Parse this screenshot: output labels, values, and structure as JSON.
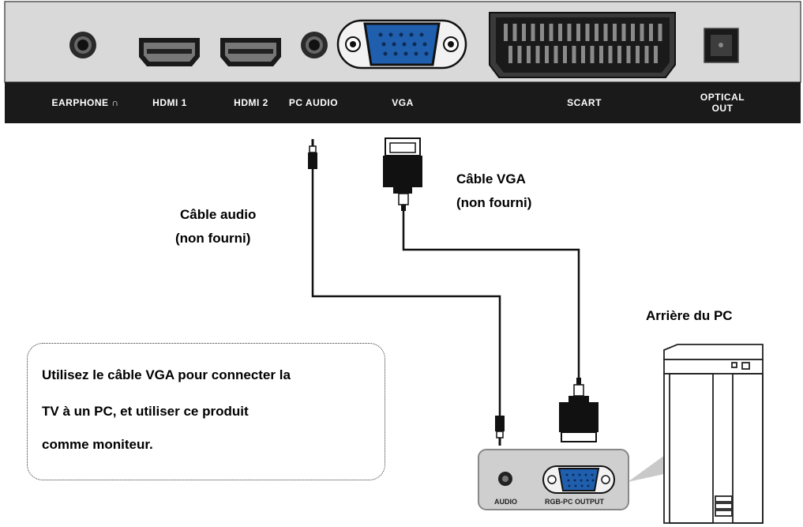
{
  "tv_panel": {
    "ports": [
      {
        "id": "earphone",
        "label": "EARPHONE ∩"
      },
      {
        "id": "hdmi1",
        "label": "HDMI 1"
      },
      {
        "id": "hdmi2",
        "label": "HDMI 2"
      },
      {
        "id": "pcaudio",
        "label": "PC AUDIO"
      },
      {
        "id": "vga",
        "label": "VGA"
      },
      {
        "id": "scart",
        "label": "SCART"
      },
      {
        "id": "optical",
        "label": "OPTICAL OUT",
        "line1": "OPTICAL",
        "line2": "OUT"
      }
    ],
    "colors": {
      "panel": "#d9d9d9",
      "label_bar": "#1a1a1a",
      "vga_blue": "#1f5fae"
    }
  },
  "cables": {
    "vga": {
      "line1": "Câble VGA",
      "line2": "(non fourni)"
    },
    "audio": {
      "line1": "Câble audio",
      "line2": "(non fourni)"
    }
  },
  "pc": {
    "title": "Arrière du PC",
    "ports": [
      {
        "id": "audio",
        "label": "AUDIO"
      },
      {
        "id": "rgb",
        "label": "RGB-PC OUTPUT"
      }
    ]
  },
  "note": {
    "lines": [
      "Utilisez le câble VGA pour connecter la",
      "TV à un PC, et utiliser ce produit",
      "comme moniteur."
    ]
  }
}
